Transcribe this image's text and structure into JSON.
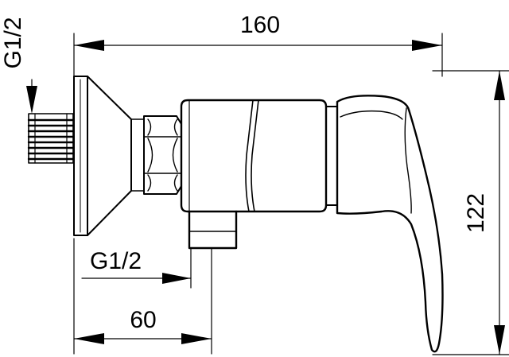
{
  "dimensions": {
    "overall_width": "160",
    "overall_height": "122",
    "outlet_offset": "60",
    "inlet_thread": "G1/2",
    "outlet_thread": "G1/2"
  }
}
